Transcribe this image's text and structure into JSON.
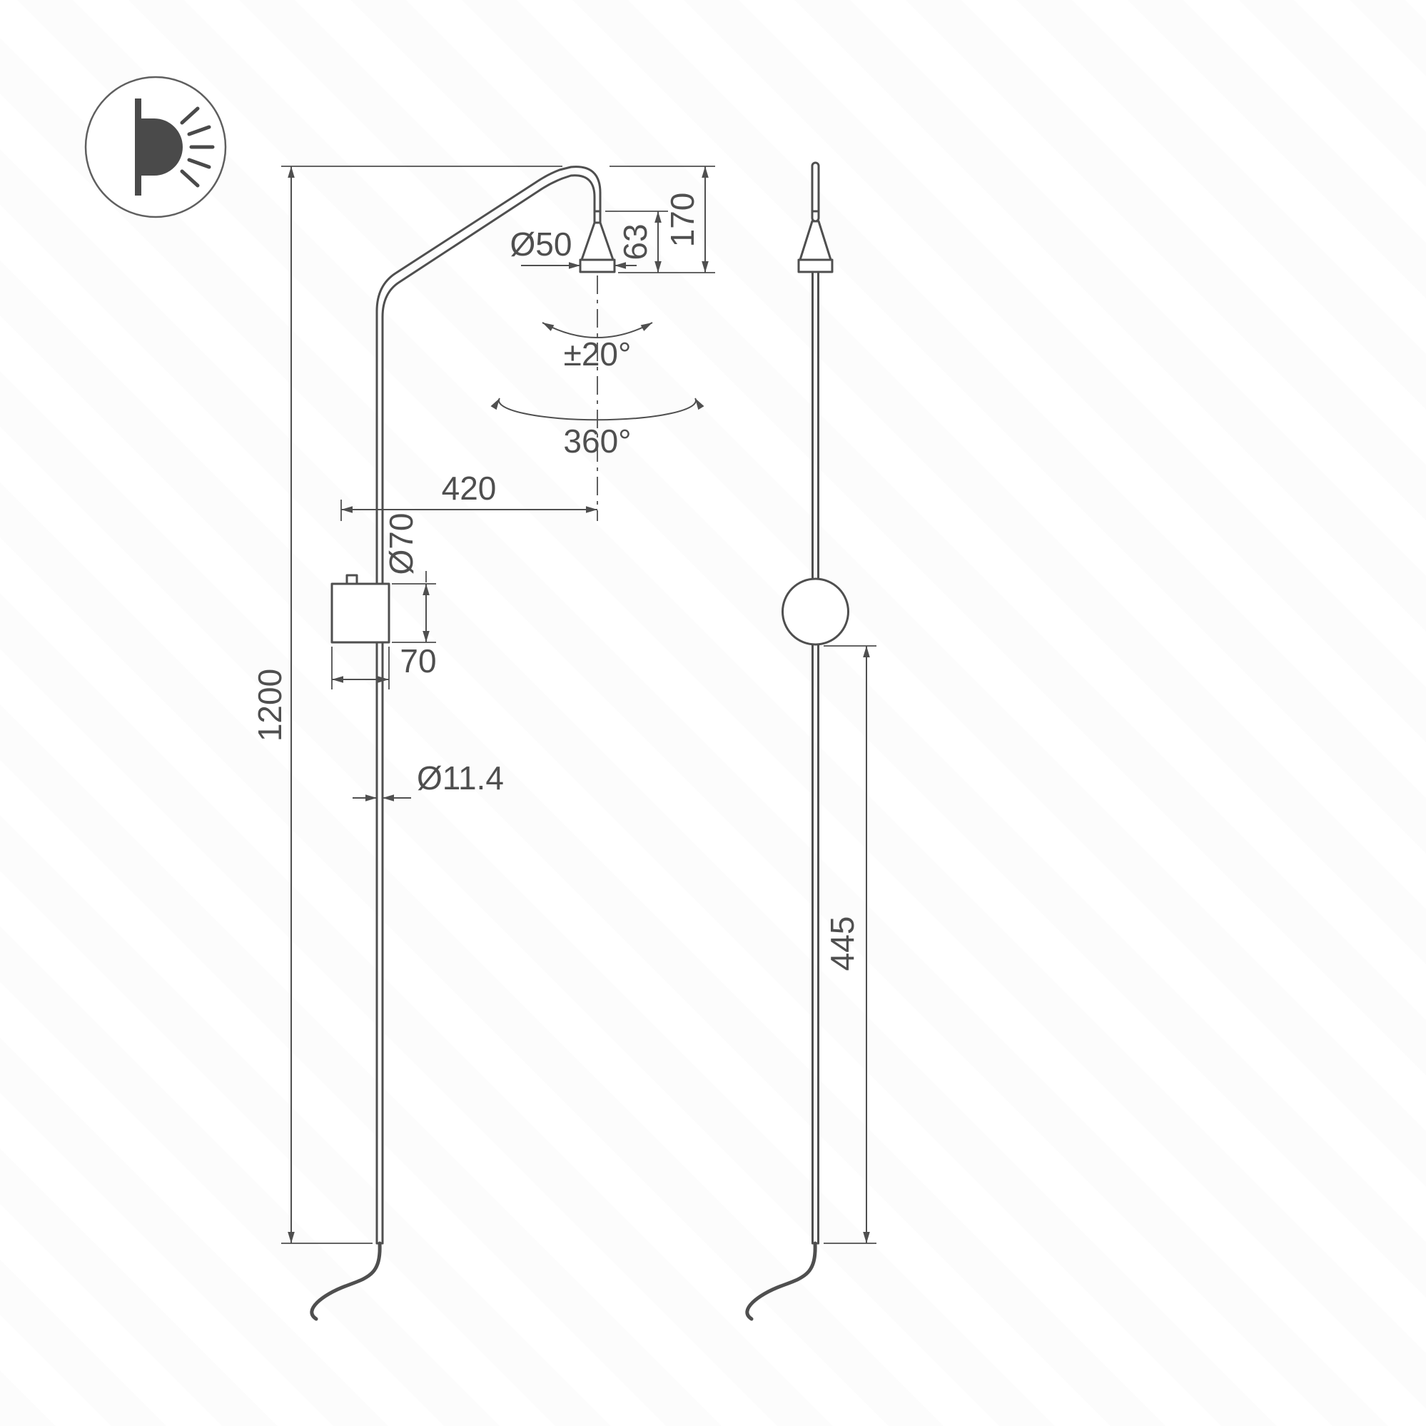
{
  "drawing": {
    "line_color": "#4f4f4f",
    "icon": {
      "type": "wall-light-indicator"
    },
    "front_view": {
      "height": "1200",
      "arm_reach": "420",
      "head_offset": "170",
      "head_height": "63",
      "head_diameter": "Ø50",
      "tilt_range": "±20°",
      "rotation_range": "360°",
      "bracket_diameter": "Ø70",
      "bracket_width": "70",
      "pole_diameter": "Ø11.4"
    },
    "side_view": {
      "lower_section_length": "445"
    }
  }
}
